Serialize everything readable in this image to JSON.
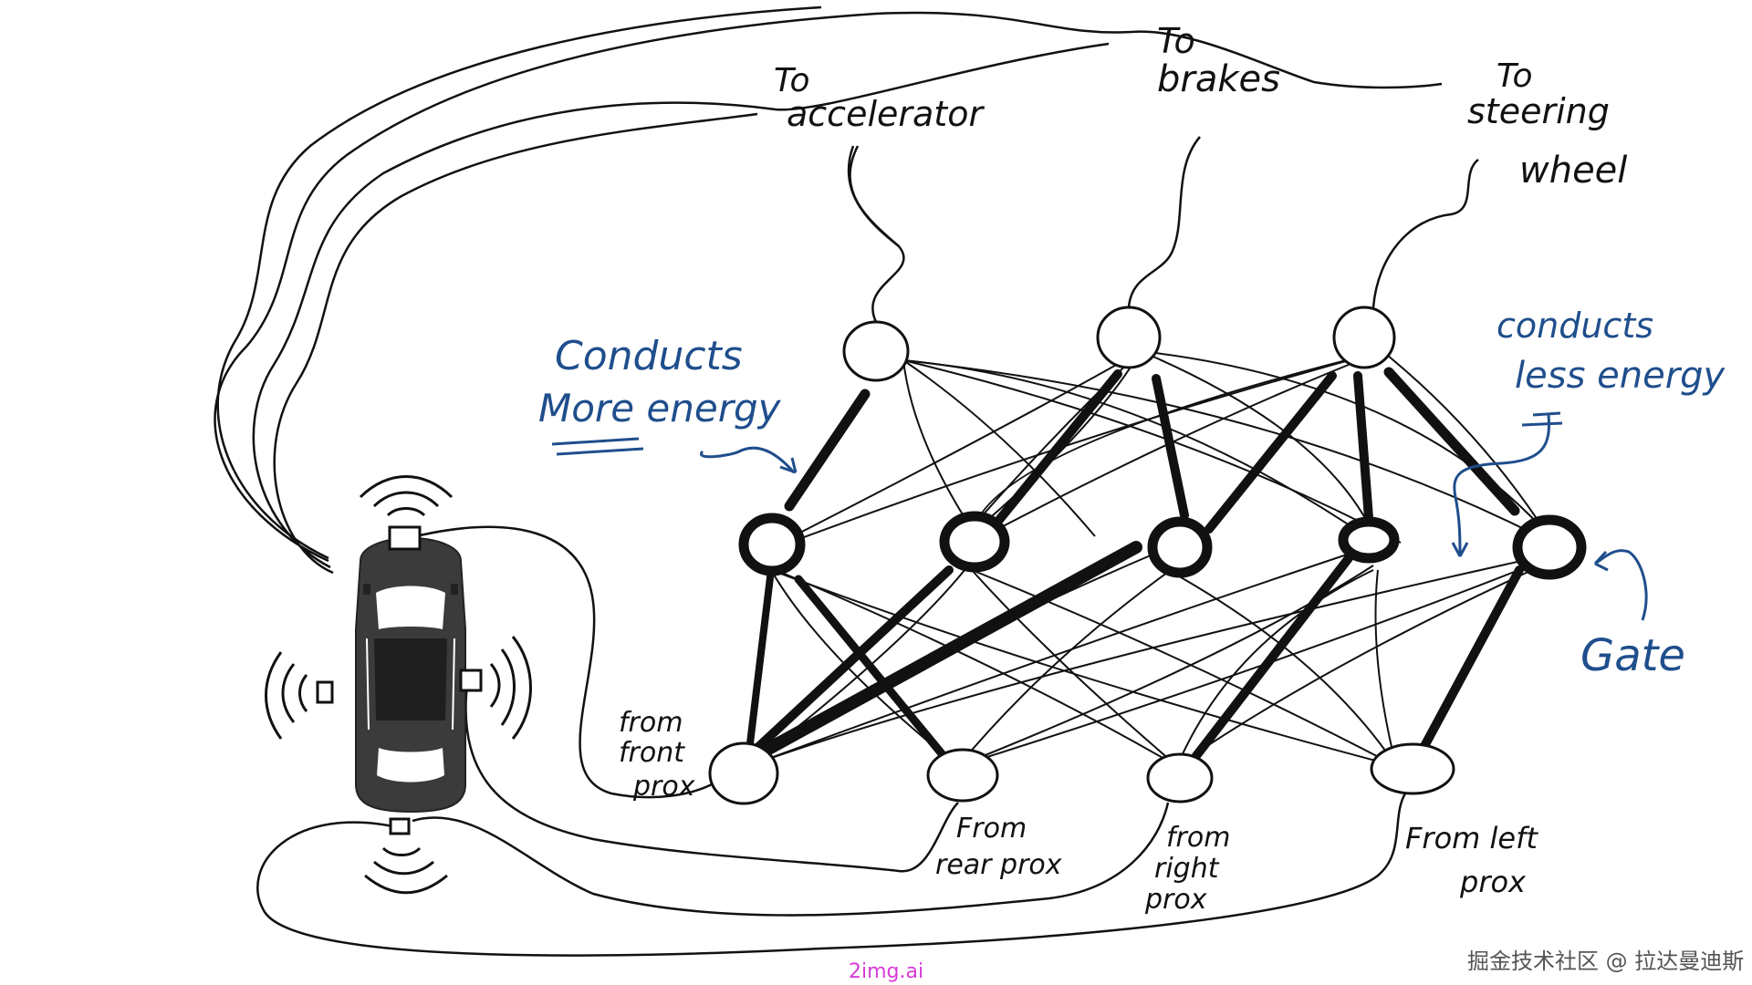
{
  "labels": {
    "to_accelerator": [
      "To",
      "accelerator"
    ],
    "to_brakes": [
      "To",
      "brakes"
    ],
    "to_steering": [
      "To",
      "steering",
      "wheel"
    ],
    "conducts_more": [
      "Conducts",
      "More energy"
    ],
    "conducts_less": [
      "conducts",
      "less energy"
    ],
    "gate": "Gate",
    "from_front": [
      "from",
      "front",
      "prox"
    ],
    "from_rear": [
      "From",
      "rear prox"
    ],
    "from_right": [
      "from",
      "right",
      "prox"
    ],
    "from_left": [
      "From left",
      "prox"
    ]
  },
  "watermarks": {
    "juejin": "掘金技术社区 @ 拉达曼迪斯",
    "site": "2img.ai"
  },
  "colors": {
    "ink": "#111111",
    "blue": "#1f4e8c",
    "watermark_site": "#d83ad8",
    "watermark_text": "#555555"
  }
}
